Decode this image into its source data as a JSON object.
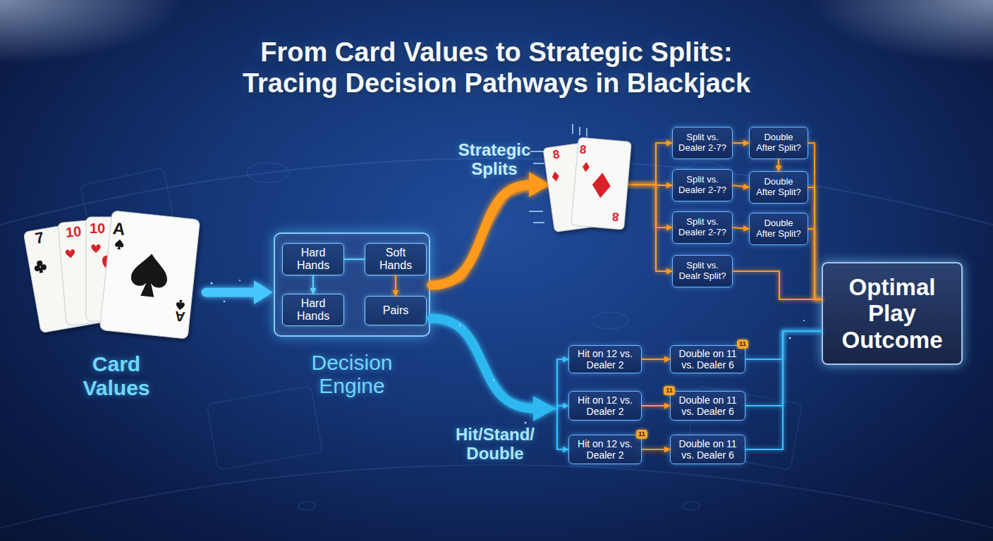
{
  "diagram": {
    "title": "From Card Values to Strategic Splits: Tracing Decision Pathways in Blackjack",
    "nodes": [
      {
        "text": [
          "Decision Engine"
        ]
      },
      {
        "text": [
          "Hard Hands"
        ],
        "in": 0
      },
      {
        "text": [
          "Soft Hands"
        ],
        "in": 0
      },
      {
        "text": [
          "Hard Hands"
        ],
        "in": 0
      },
      {
        "text": [
          "Pairs"
        ],
        "in": 0
      },
      {
        "text": [
          "Split vs. Dealer 2-7?"
        ]
      },
      {
        "text": [
          "Double After Split?"
        ]
      },
      {
        "text": [
          "Split vs. Dealer 2-7?"
        ]
      },
      {
        "text": [
          "Double After Split?"
        ]
      },
      {
        "text": [
          "Split vs. Dealer 2-7?"
        ]
      },
      {
        "text": [
          "Double After Split?"
        ]
      },
      {
        "text": [
          "Split vs. Dealr Split?"
        ]
      },
      {
        "text": [
          "Optimal Play Outcome"
        ]
      },
      {
        "text": [
          "Hit on 12 vs. Dealer 2"
        ]
      },
      {
        "text": [
          "Double on 11 vs. Dealer 6"
        ]
      },
      {
        "text": [
          "Hit on 12 vs. Dealer 2"
        ]
      },
      {
        "text": [
          "Double on 11 vs. Dealer 6"
        ]
      },
      {
        "text": [
          "Hit on 12 vs. Dealer 2"
        ]
      },
      {
        "text": [
          "Double on 11 vs. Dealer 6"
        ]
      }
    ],
    "edges": [
      {
        "from": 1,
        "to": 3,
        "arrow": "to"
      },
      {
        "from": 1,
        "to": 2,
        "arrow": "none"
      },
      {
        "from": 2,
        "to": 4,
        "arrow": "to"
      },
      {
        "from": 0,
        "to": 5,
        "arrow": "to"
      },
      {
        "from": 0,
        "to": 7,
        "arrow": "to"
      },
      {
        "from": 0,
        "to": 9,
        "arrow": "to"
      },
      {
        "from": 0,
        "to": 11,
        "arrow": "to"
      },
      {
        "from": 5,
        "to": 6,
        "arrow": "to"
      },
      {
        "from": 7,
        "to": 8,
        "arrow": "to"
      },
      {
        "from": 9,
        "to": 10,
        "arrow": "to"
      },
      {
        "from": 6,
        "to": 8,
        "arrow": "to"
      },
      {
        "from": 6,
        "to": 12,
        "arrow": "none"
      },
      {
        "from": 8,
        "to": 12,
        "arrow": "none"
      },
      {
        "from": 10,
        "to": 12,
        "arrow": "none"
      },
      {
        "from": 11,
        "to": 12,
        "arrow": "none"
      },
      {
        "from": 0,
        "to": 13,
        "arrow": "to"
      },
      {
        "from": 0,
        "to": 15,
        "arrow": "to"
      },
      {
        "from": 0,
        "to": 17,
        "arrow": "to"
      },
      {
        "from": 13,
        "to": 14,
        "arrow": "to"
      },
      {
        "from": 15,
        "to": 16,
        "arrow": "to"
      },
      {
        "from": 17,
        "to": 18,
        "arrow": "to"
      },
      {
        "from": 14,
        "to": 12,
        "arrow": "none"
      },
      {
        "from": 16,
        "to": 12,
        "arrow": "none"
      },
      {
        "from": 18,
        "to": 12,
        "arrow": "none"
      }
    ],
    "labels": [
      "7",
      "10",
      "10",
      "A",
      "A",
      "Card Values",
      "8",
      "8",
      "8",
      "Strategic Splits",
      "Hit/Stand/ Double",
      "11",
      "11",
      "11"
    ]
  }
}
